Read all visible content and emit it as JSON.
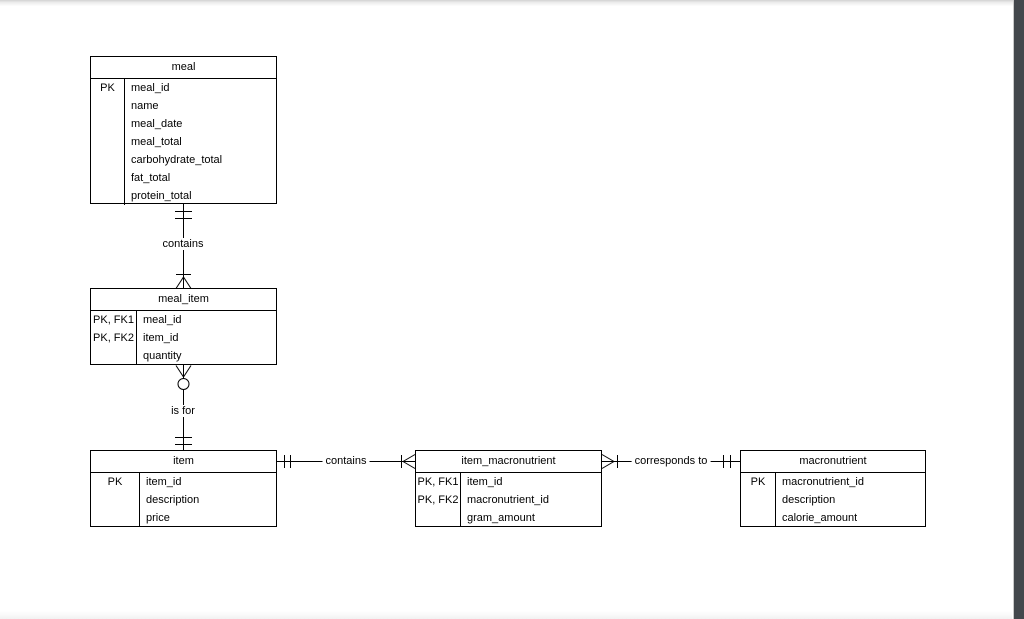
{
  "page": {
    "background_color": "#ffffff",
    "line_color": "#000000",
    "edge_strip_color": "#43474c"
  },
  "entities": {
    "meal": {
      "title": "meal",
      "rows": [
        {
          "key": "PK",
          "field": "meal_id"
        },
        {
          "key": "",
          "field": "name"
        },
        {
          "key": "",
          "field": "meal_date"
        },
        {
          "key": "",
          "field": "meal_total"
        },
        {
          "key": "",
          "field": "carbohydrate_total"
        },
        {
          "key": "",
          "field": "fat_total"
        },
        {
          "key": "",
          "field": "protein_total"
        }
      ]
    },
    "meal_item": {
      "title": "meal_item",
      "rows": [
        {
          "key": "PK, FK1",
          "field": "meal_id"
        },
        {
          "key": "PK, FK2",
          "field": "item_id"
        },
        {
          "key": "",
          "field": "quantity"
        }
      ]
    },
    "item": {
      "title": "item",
      "rows": [
        {
          "key": "PK",
          "field": "item_id"
        },
        {
          "key": "",
          "field": "description"
        },
        {
          "key": "",
          "field": "price"
        }
      ]
    },
    "item_macronutrient": {
      "title": "item_macronutrient",
      "rows": [
        {
          "key": "PK, FK1",
          "field": "item_id"
        },
        {
          "key": "PK, FK2",
          "field": "macronutrient_id"
        },
        {
          "key": "",
          "field": "gram_amount"
        }
      ]
    },
    "macronutrient": {
      "title": "macronutrient",
      "rows": [
        {
          "key": "PK",
          "field": "macronutrient_id"
        },
        {
          "key": "",
          "field": "description"
        },
        {
          "key": "",
          "field": "calorie_amount"
        }
      ]
    }
  },
  "relationships": {
    "meal_contains_meal_item": {
      "label": "contains"
    },
    "meal_item_is_for_item": {
      "label": "is for"
    },
    "item_contains_item_macronutrient": {
      "label": "contains"
    },
    "item_macronutrient_corresponds_to_macronutrient": {
      "label": "corresponds to"
    }
  }
}
